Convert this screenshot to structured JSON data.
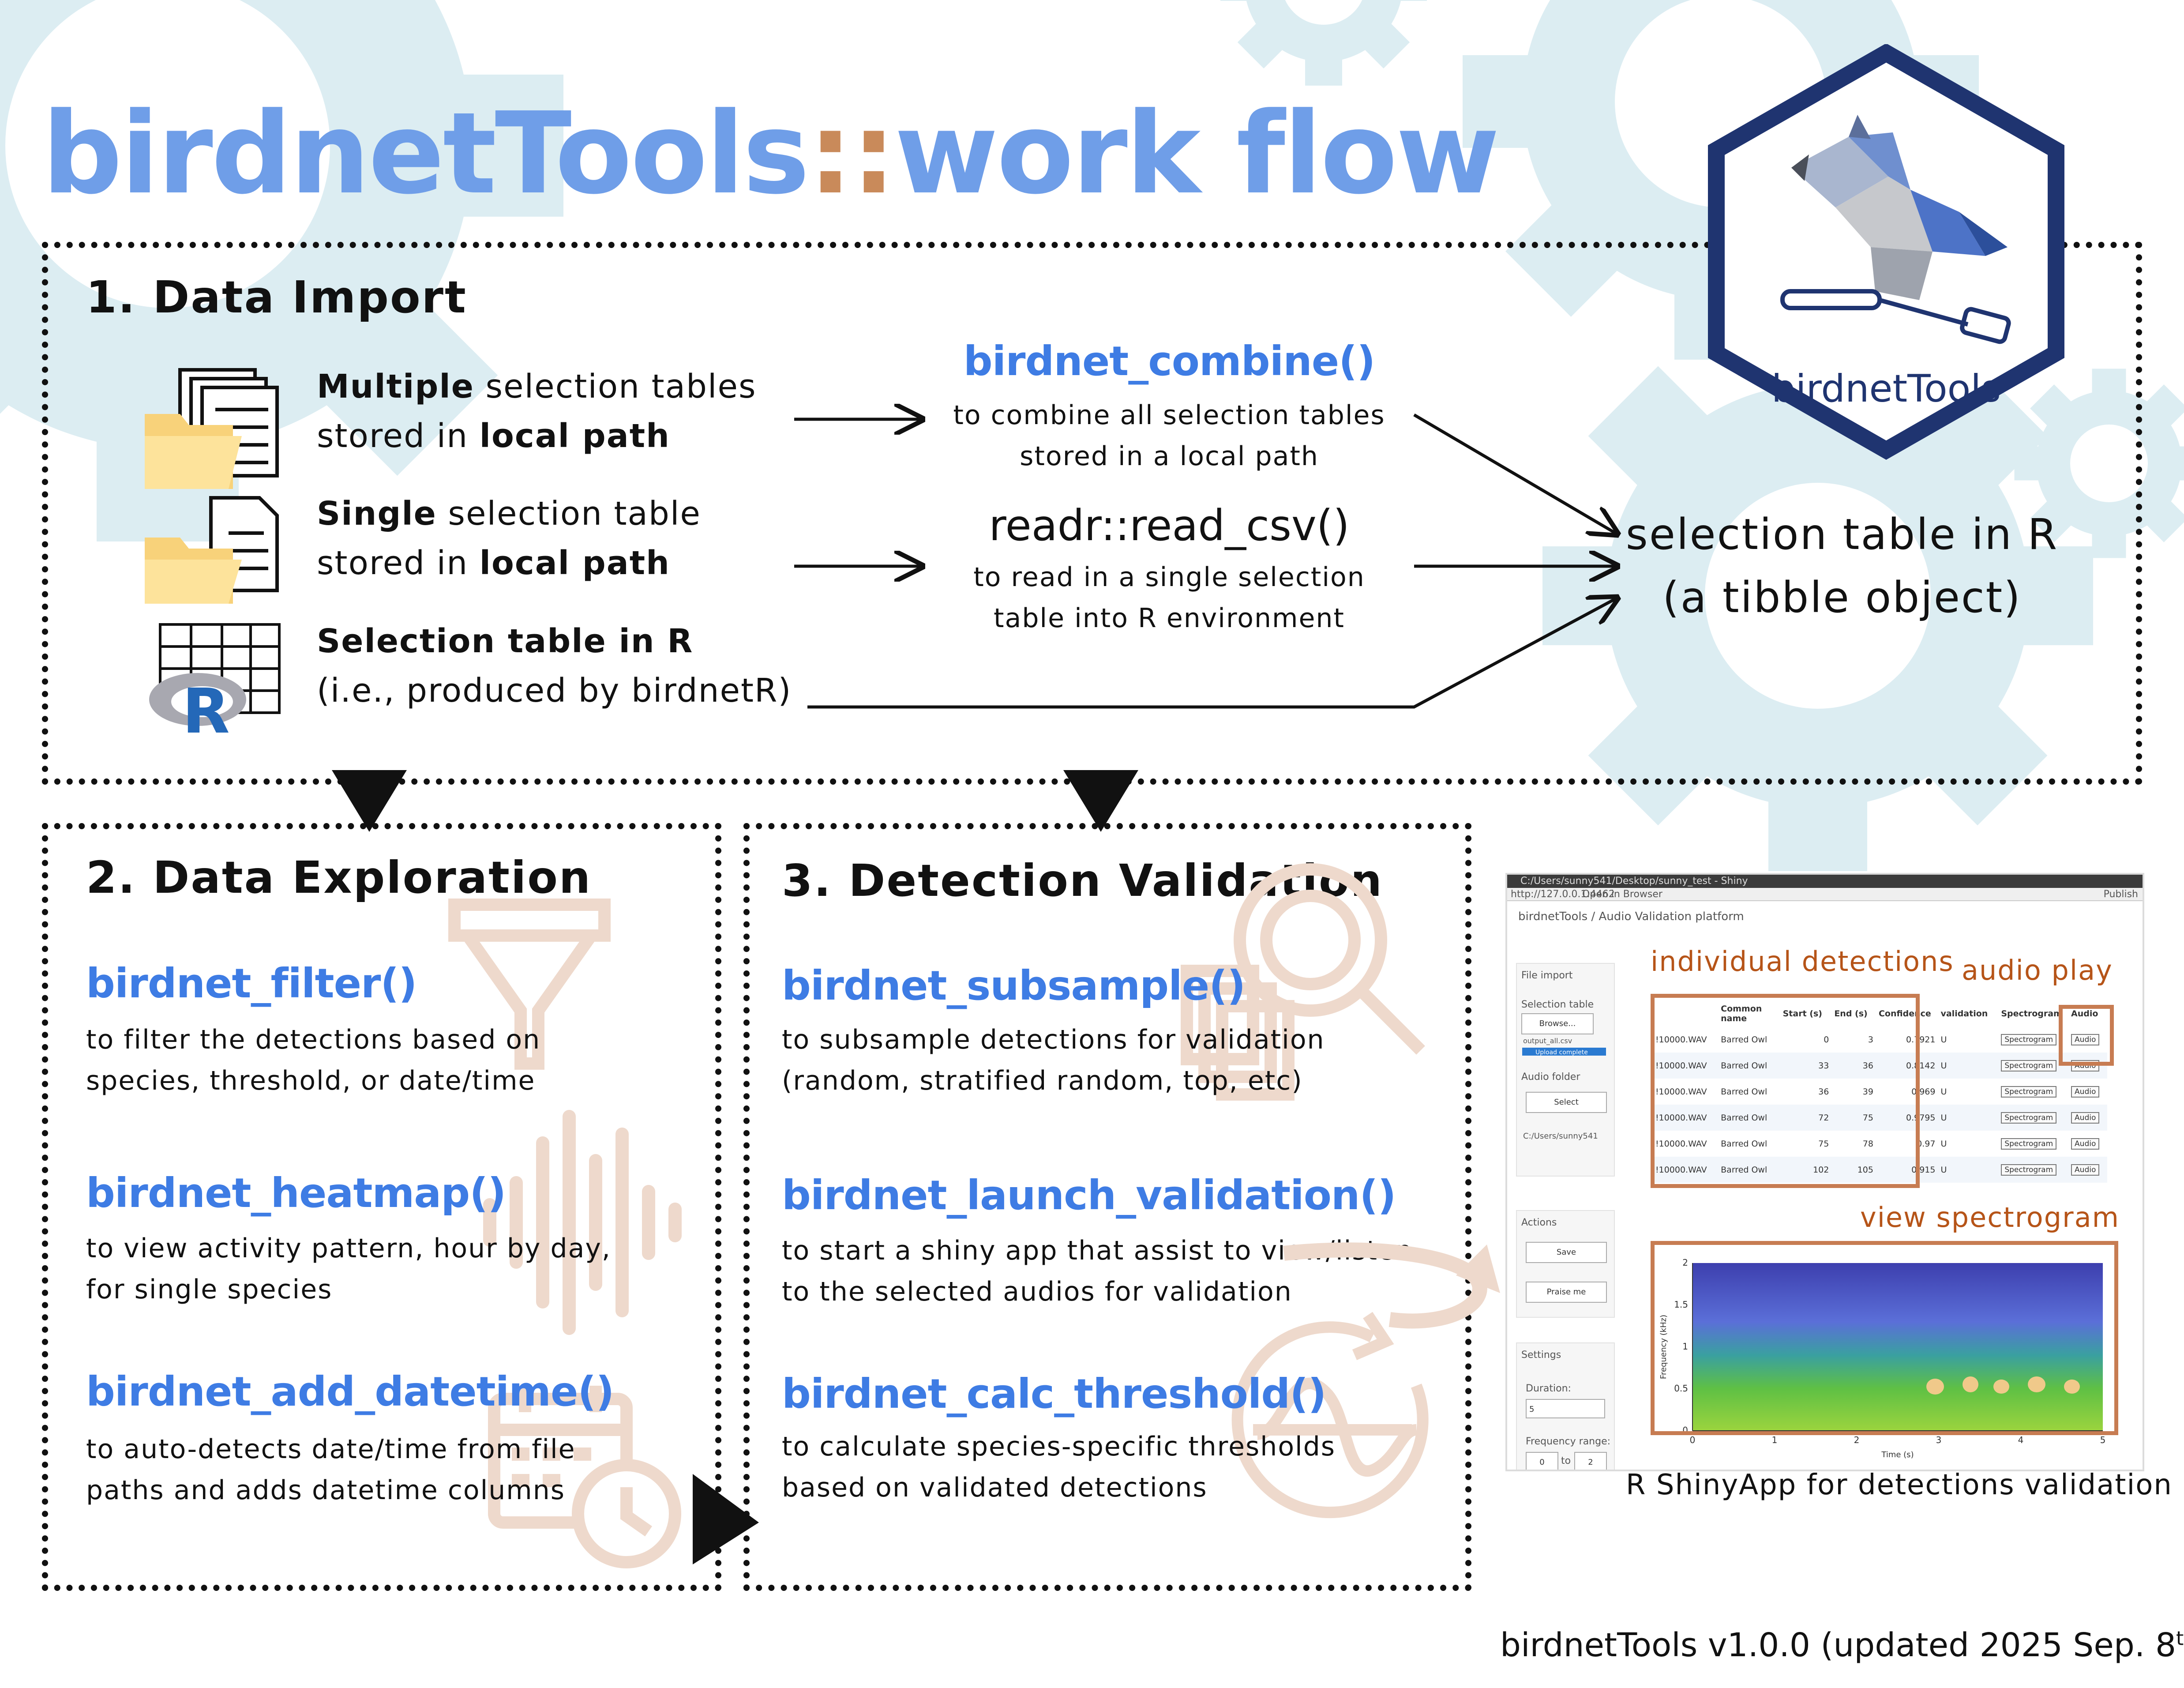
{
  "title": {
    "part1": "birdnetTools",
    "sep": "::",
    "part2": "work flow"
  },
  "logo": {
    "text": "birdnetTools"
  },
  "sections": {
    "import": {
      "heading": "1. Data Import",
      "inputs": [
        {
          "bold": "Multiple",
          "rest": " selection tables",
          "line2_pre": "stored in ",
          "line2_bold": "local path"
        },
        {
          "bold": "Single",
          "rest": " selection table",
          "line2_pre": "stored in ",
          "line2_bold": "local path"
        },
        {
          "bold": "Selection table in R",
          "rest": "",
          "line2_pre": "(i.e., produced by birdnetR)",
          "line2_bold": ""
        }
      ],
      "functions": [
        {
          "name": "birdnet_combine()",
          "desc1": "to combine all selection tables",
          "desc2": "stored in a local path"
        },
        {
          "name": "readr::read_csv()",
          "desc1": "to read in a single selection",
          "desc2": "table into R environment"
        }
      ],
      "result": {
        "line1": "selection table in R",
        "line2": "(a tibble object)"
      }
    },
    "exploration": {
      "heading": "2. Data Exploration",
      "functions": [
        {
          "name": "birdnet_filter()",
          "desc1": "to filter the detections based on",
          "desc2": "species, threshold, or date/time"
        },
        {
          "name": "birdnet_heatmap()",
          "desc1": "to view activity pattern, hour by day,",
          "desc2": "for single species"
        },
        {
          "name": "birdnet_add_datetime()",
          "desc1": "to auto-detects date/time from file",
          "desc2": "paths and adds datetime columns"
        }
      ]
    },
    "validation": {
      "heading": "3. Detection Validation",
      "functions": [
        {
          "name": "birdnet_subsample()",
          "desc1": "to subsample detections for validation",
          "desc2": "(random, stratified random, top, etc)"
        },
        {
          "name": "birdnet_launch_validation()",
          "desc1": "to start a shiny app that assist to view/listen",
          "desc2": "to the selected audios for validation"
        },
        {
          "name": "birdnet_calc_threshold()",
          "desc1": "to calculate species-specific thresholds",
          "desc2": "based on validated detections"
        }
      ]
    }
  },
  "shiny": {
    "window_title": "C:/Users/sunny541/Desktop/sunny_test - Shiny",
    "url": "http://127.0.0.1:4462",
    "open_browser": "Open in Browser",
    "publish": "Publish",
    "app_title": "birdnetTools / Audio Validation platform",
    "sidebar": {
      "file_import": "File import",
      "selection_table": "Selection table",
      "browse": "Browse...",
      "file_name": "output_all.csv",
      "upload": "Upload complete",
      "audio_folder": "Audio folder",
      "select": "Select",
      "path": "C:/Users/sunny541",
      "actions": "Actions",
      "save": "Save",
      "praise": "Praise me",
      "settings": "Settings",
      "duration": "Duration:",
      "duration_val": "5",
      "freq": "Frequency range:",
      "freq_min": "0",
      "to": "to",
      "freq_max": "2"
    },
    "table": {
      "headers": [
        "",
        "Common name",
        "Start (s)",
        "End (s)",
        "Confidence",
        "validation",
        "Spectrogram",
        "Audio"
      ],
      "rows": [
        [
          "!10000.WAV",
          "Barred Owl",
          "0",
          "3",
          "0.7921",
          "U",
          "Spectrogram",
          "Audio"
        ],
        [
          "!10000.WAV",
          "Barred Owl",
          "33",
          "36",
          "0.8142",
          "U",
          "Spectrogram",
          "Audio"
        ],
        [
          "!10000.WAV",
          "Barred Owl",
          "36",
          "39",
          "0.969",
          "U",
          "Spectrogram",
          "Audio"
        ],
        [
          "!10000.WAV",
          "Barred Owl",
          "72",
          "75",
          "0.9795",
          "U",
          "Spectrogram",
          "Audio"
        ],
        [
          "!10000.WAV",
          "Barred Owl",
          "75",
          "78",
          "0.97",
          "U",
          "Spectrogram",
          "Audio"
        ],
        [
          "!10000.WAV",
          "Barred Owl",
          "102",
          "105",
          "0.915",
          "U",
          "Spectrogram",
          "Audio"
        ]
      ]
    },
    "spectrogram": {
      "y_label": "Frequency (kHz)",
      "x_label": "Time (s)",
      "y_ticks": [
        "2",
        "1.5",
        "1",
        "0.5",
        "0"
      ],
      "x_ticks": [
        "0",
        "1",
        "2",
        "3",
        "4",
        "5"
      ]
    },
    "annotations": {
      "detections": "individual detections",
      "audio": "audio play",
      "spectrogram": "view spectrogram"
    }
  },
  "caption": "R ShinyApp for detections validation",
  "footer": {
    "text": "birdnetTools v1.0.0 (updated 2025 Sep. 8",
    "sup": "th",
    "close": ")"
  },
  "colors": {
    "title": "#6f9ee8",
    "function": "#3e7ce4",
    "accent": "#c98a5a",
    "gear": "#dcedf2",
    "logo_border": "#1f3470",
    "orange": "#b65418"
  }
}
